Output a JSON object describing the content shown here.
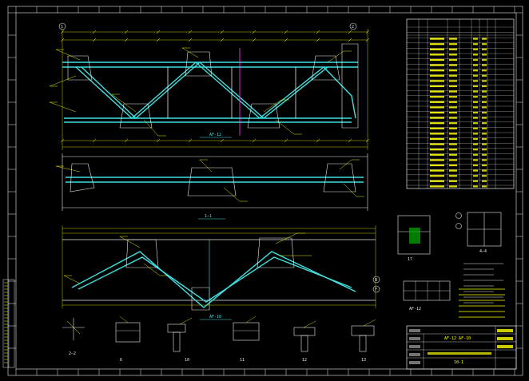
{
  "colors": {
    "background": "#000000",
    "frame": "#e8e8e8",
    "member": "#40e0e0",
    "dimension": "#ffff00",
    "annotation": "#ffffff",
    "highlight": "#ff40ff",
    "detail_fill": "#00b000"
  },
  "views": {
    "elevation_1": {
      "label": "AF-12"
    },
    "section_1": {
      "label": "1—1"
    },
    "elevation_2": {
      "label": "AF-10"
    },
    "detail_2": {
      "label": "2—2"
    },
    "detail_3": {
      "label": "6"
    },
    "detail_4": {
      "label": "10"
    },
    "detail_5": {
      "label": "11"
    },
    "detail_6": {
      "label": "12"
    },
    "detail_7": {
      "label": "13"
    },
    "detail_8": {
      "label": "17"
    },
    "detail_9": {
      "label": "4—4"
    },
    "detail_small_beam": {
      "label": "AF-12"
    }
  },
  "grid_markers": [
    "1",
    "2",
    "B",
    "F",
    "A"
  ],
  "title_block": {
    "row1": "AF-12  AF-10",
    "row2": "",
    "row3": "10-1"
  }
}
